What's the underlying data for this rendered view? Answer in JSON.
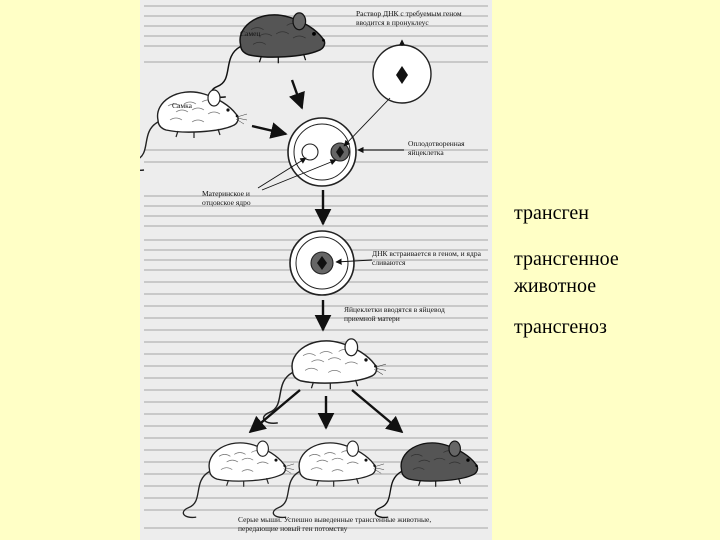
{
  "figure": {
    "labels": {
      "male": "Самец",
      "female": "Самка",
      "dna_solution": "Раствор ДНК с требуемым геном вводится в пронуклеус",
      "fertilized_egg": "Оплодотворенная яйцеклетка",
      "pronuclei": "Материнское и отцовское ядро",
      "dna_integrated": "ДНК встраивается в геном, и ядра сливаются",
      "egg_implanted": "Яйцеклетки вводятся в яйцевод приемной матери",
      "offspring": "Серые мыши. Успешно выведенные трансгенные животные, передающие новый ген потомству"
    }
  },
  "terms": [
    "трансген",
    "трансгенное животное",
    "трансгеноз"
  ],
  "colors": {
    "background": "#ffffc6",
    "panel": "#ededed"
  }
}
